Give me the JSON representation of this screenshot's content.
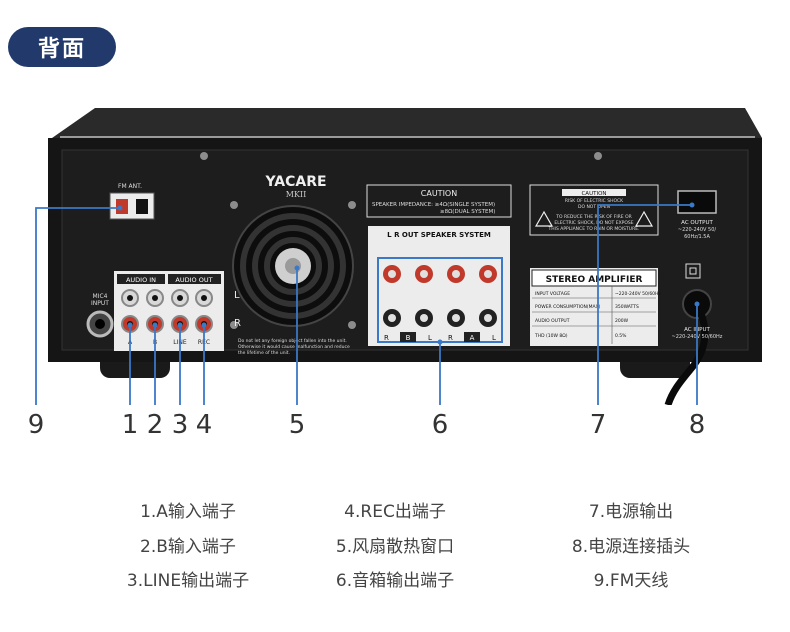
{
  "section_title": "背面",
  "device": {
    "brand": "YACARE",
    "model": "MKII",
    "fm_label": "FM ANT.",
    "mic_label_1": "MIC4",
    "mic_label_2": "INPUT",
    "audio_in": "AUDIO IN",
    "audio_out": "AUDIO OUT",
    "ch_l": "L",
    "ch_r": "R",
    "jack_a": "A",
    "jack_b": "B",
    "jack_line": "LINE",
    "jack_rec": "REC",
    "fan_warning_1": "Do not let any foreign object fallen into the unit.",
    "fan_warning_2": "Otherwise it would cause malfunction and reduce",
    "fan_warning_3": "the lifetime of the unit.",
    "caution_title": "CAUTION",
    "caution_line1": "SPEAKER IMPEDANCE: ≥4Ω(SINGLE SYSTEM)",
    "caution_line2": "≥8Ω(DUAL SYSTEM)",
    "speaker_header": "L R OUT SPEAKER SYSTEM",
    "spk_r1": "R",
    "spk_b": "B",
    "spk_l1": "L",
    "spk_r2": "R",
    "spk_a": "A",
    "spk_l2": "L",
    "shock_title": "CAUTION",
    "shock_1": "RISK OF ELECTRIC SHOCK",
    "shock_2": "DO NOT OPEN",
    "shock_3": "TO REDUCE THE RISK OF FIRE OR",
    "shock_4": "ELECTRIC SHOCK, DO NOT EXPOSE",
    "shock_5": "THIS APPLIANCE TO RAIN OR MOISTURE.",
    "spec_title": "STEREO AMPLIFIER",
    "spec_rows": [
      [
        "INPUT VOLTAGE",
        "~220-240V 50/60Hz"
      ],
      [
        "POWER CONSUMPTION(MAX)",
        "350WATTS"
      ],
      [
        "AUDIO OUTPUT",
        "200W"
      ],
      [
        "THD (10W 8Ω)",
        "0.5%"
      ]
    ],
    "ac_output_1": "AC OUTPUT",
    "ac_output_2": "~220-240V 50/",
    "ac_output_3": "60Hz/1.5A",
    "ac_input_1": "AC INPUT",
    "ac_input_2": "~220-240V 50/60Hz"
  },
  "callout_numbers": [
    "9",
    "1",
    "2",
    "3",
    "4",
    "5",
    "6",
    "7",
    "8"
  ],
  "legend": [
    [
      "1.A输入端子",
      "4.REC出端子",
      "7.电源输出"
    ],
    [
      "2.B输入端子",
      "5.风扇散热窗口",
      "8.电源连接插头"
    ],
    [
      "3.LINE输出端子",
      "6.音箱输出端子",
      "9.FM天线"
    ]
  ],
  "colors": {
    "pill": "#223a6b",
    "callout_line": "#3a78c8",
    "chassis": "#151515"
  }
}
